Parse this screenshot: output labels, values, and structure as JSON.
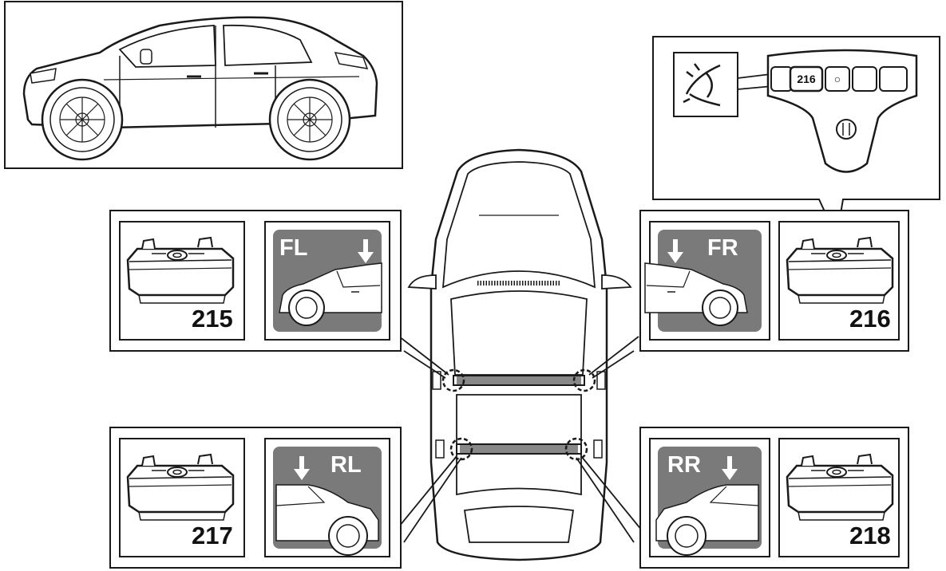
{
  "colors": {
    "line": "#1a1a1a",
    "tag_panel": "#7a7a7a",
    "background": "#ffffff"
  },
  "callout": {
    "number": "216",
    "symbol": "○"
  },
  "panels": {
    "fl": {
      "number": "215",
      "position": "FL",
      "arrow_icon": "down-arrow-icon"
    },
    "fr": {
      "number": "216",
      "position": "FR",
      "arrow_icon": "down-arrow-icon"
    },
    "rl": {
      "number": "217",
      "position": "RL",
      "arrow_icon": "down-arrow-icon"
    },
    "rr": {
      "number": "218",
      "position": "RR",
      "arrow_icon": "down-arrow-icon"
    }
  }
}
